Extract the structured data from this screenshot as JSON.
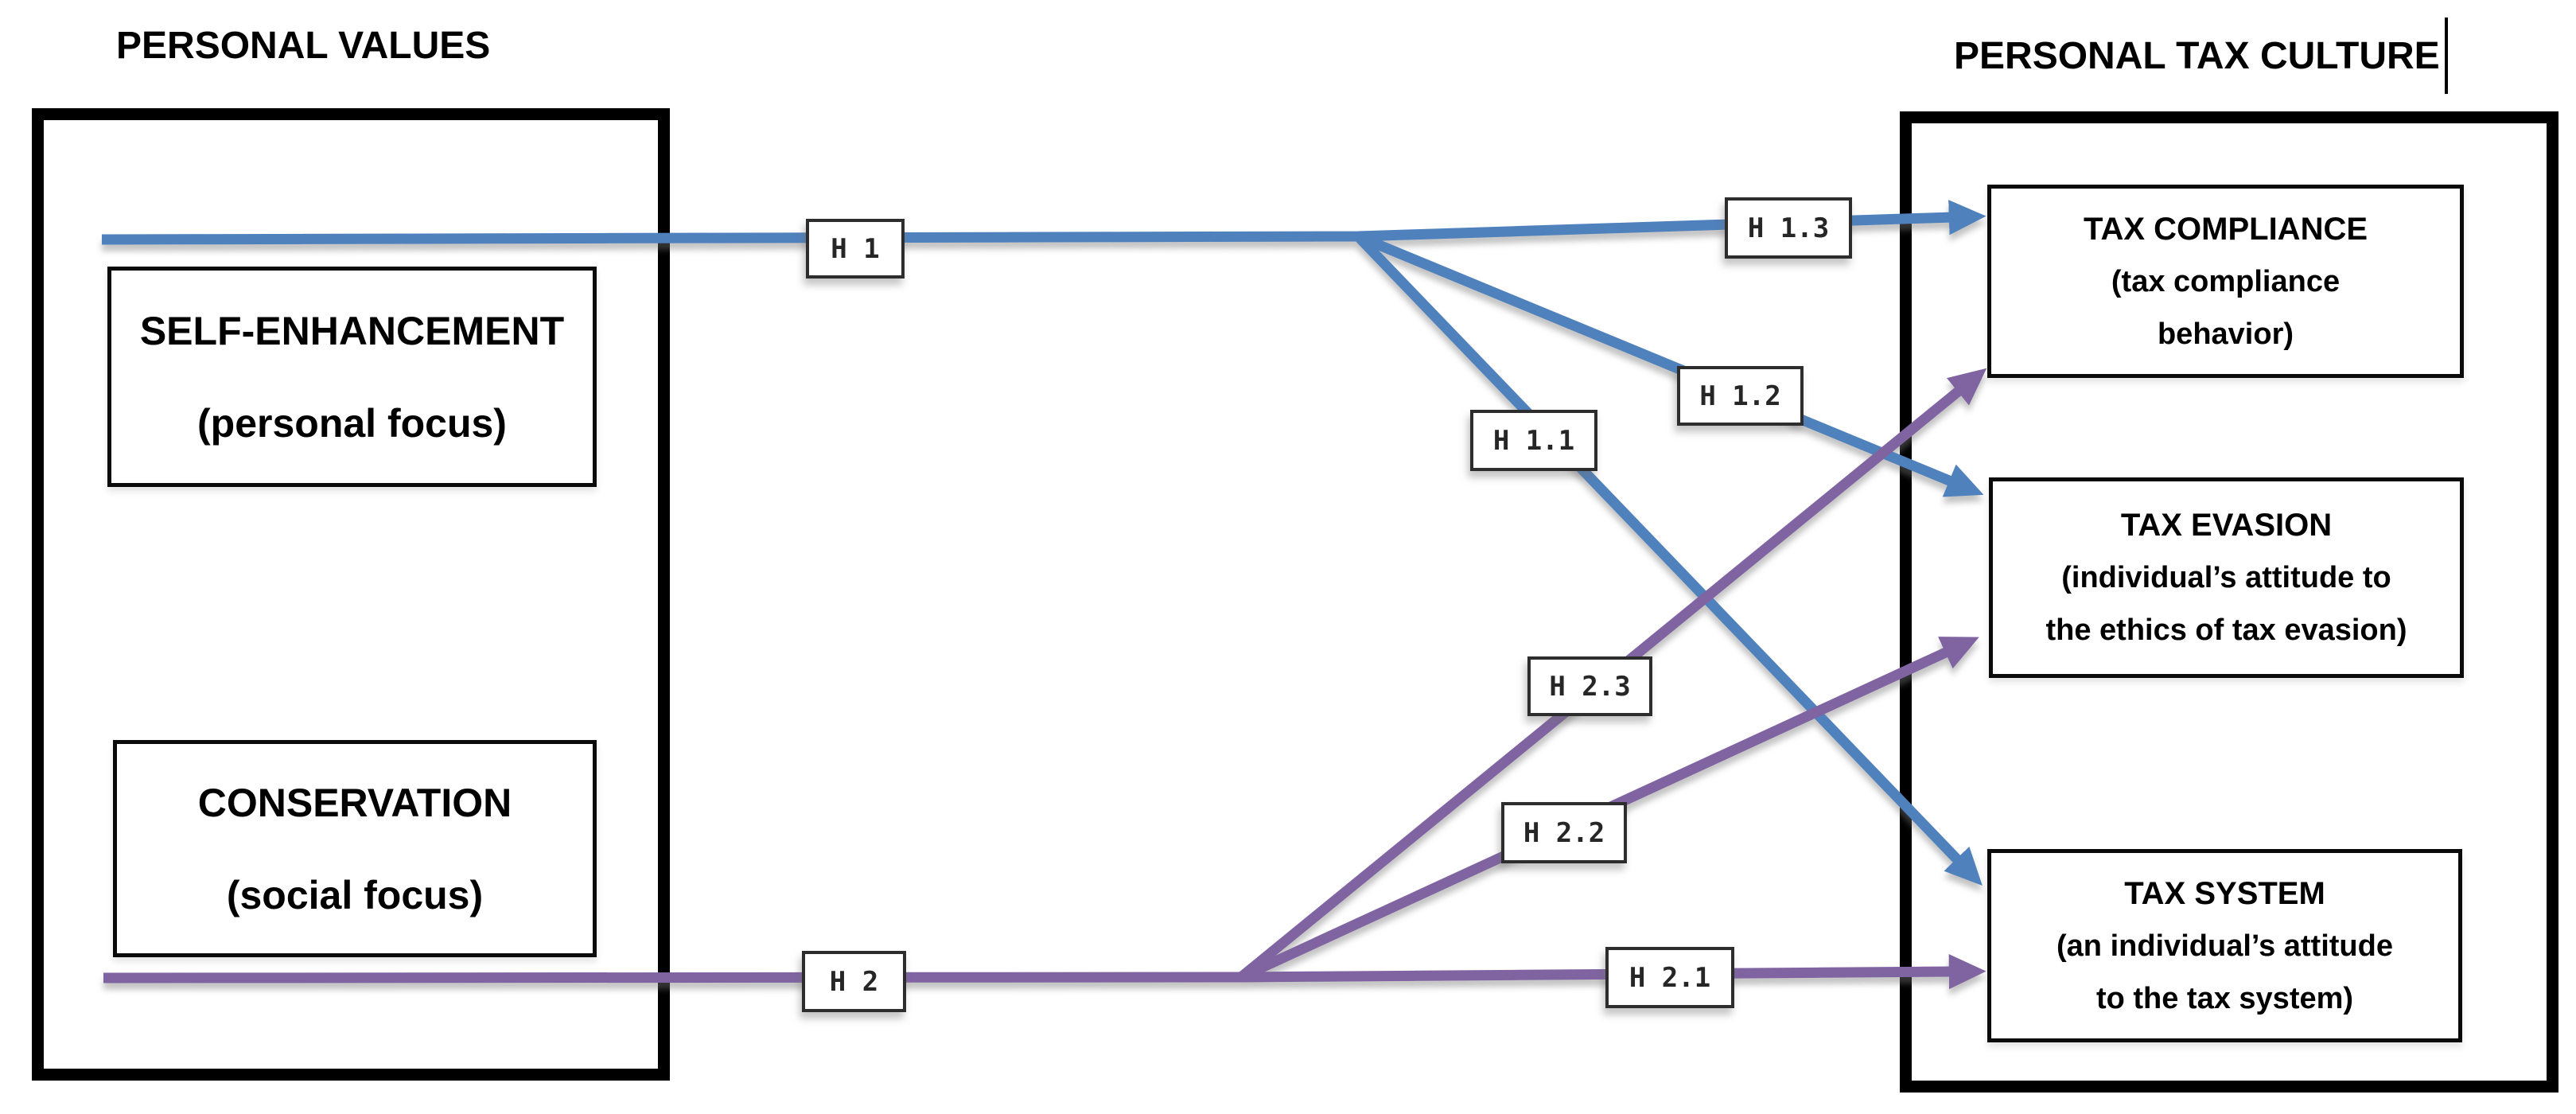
{
  "colors": {
    "blue": "#4F81BD",
    "purple": "#8064A2"
  },
  "left_panel": {
    "title": "PERSONAL VALUES",
    "self_enhancement": {
      "line1": "SELF-ENHANCEMENT",
      "line2": "(personal focus)"
    },
    "conservation": {
      "line1": "CONSERVATION",
      "line2": "(social focus)"
    }
  },
  "right_panel": {
    "title": "PERSONAL TAX CULTURE",
    "tax_compliance": {
      "line1": "TAX COMPLIANCE",
      "line2": "(tax compliance",
      "line3": "behavior)"
    },
    "tax_evasion": {
      "line1": "TAX EVASION",
      "line2": "(individual’s attitude to",
      "line3": "the ethics of tax evasion)"
    },
    "tax_system": {
      "line1": "TAX SYSTEM",
      "line2": "(an individual’s attitude",
      "line3": "to the tax system)"
    }
  },
  "hypothesis_labels": {
    "h1": "H 1",
    "h1_1": "H 1.1",
    "h1_2": "H 1.2",
    "h1_3": "H 1.3",
    "h2": "H 2",
    "h2_1": "H 2.1",
    "h2_2": "H 2.2",
    "h2_3": "H 2.3"
  }
}
